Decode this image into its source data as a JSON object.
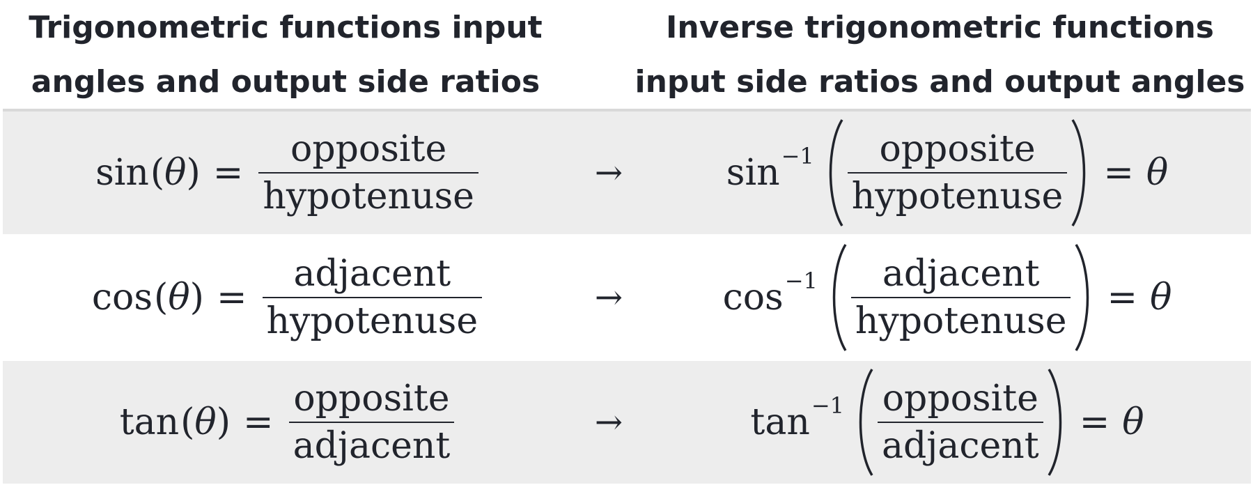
{
  "headers": {
    "left": [
      "Trigonometric functions input",
      "angles and output side ratios"
    ],
    "right": [
      "Inverse trigonometric functions",
      "input side ratios and output angles"
    ]
  },
  "symbols": {
    "theta": "θ",
    "equals": "=",
    "arrow": "→",
    "open_paren": "(",
    "close_paren": ")",
    "inverse_exponent": "−1"
  },
  "rows": [
    {
      "fn": "sin",
      "numerator": "opposite",
      "denominator": "hypotenuse"
    },
    {
      "fn": "cos",
      "numerator": "adjacent",
      "denominator": "hypotenuse"
    },
    {
      "fn": "tan",
      "numerator": "opposite",
      "denominator": "adjacent"
    }
  ],
  "colors": {
    "text": "#21242c",
    "shaded_row": "#ededed",
    "rule": "#d9d9d9"
  }
}
